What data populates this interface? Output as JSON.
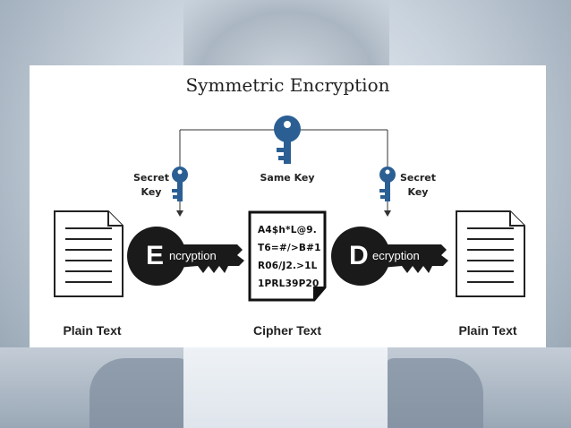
{
  "diagram": {
    "title": "Symmetric Encryption",
    "labels": {
      "secret_key_left": "Secret Key",
      "same_key": "Same Key",
      "secret_key_right": "Secret Key",
      "plain_text_left": "Plain Text",
      "cipher_text": "Cipher Text",
      "plain_text_right": "Plain Text"
    },
    "encryption": {
      "initial": "E",
      "rest": "ncryption"
    },
    "decryption": {
      "initial": "D",
      "rest": "ecryption"
    },
    "cipher_lines": [
      "A4$h*L@9.",
      "T6=#/>B#1",
      "R06/J2.>1L",
      "1PRL39P20"
    ],
    "colors": {
      "key": "#2b5f93",
      "badge": "#1a1a1a",
      "line": "#333333"
    }
  }
}
